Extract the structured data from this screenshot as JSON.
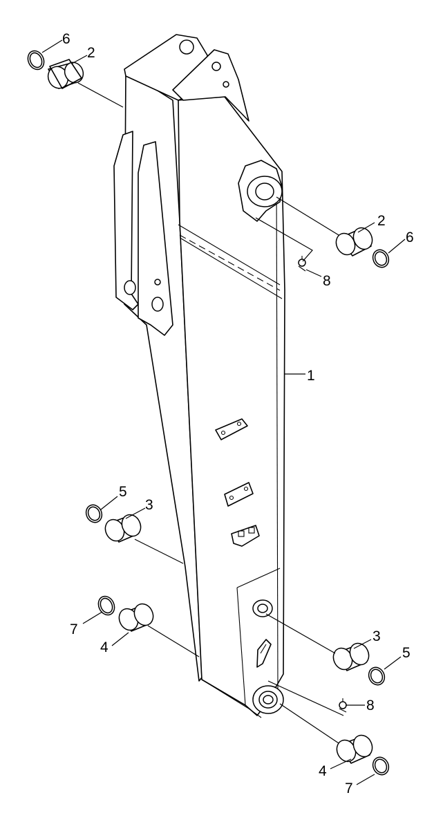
{
  "callouts": [
    {
      "id": "c6a",
      "text": "6"
    },
    {
      "id": "c2a",
      "text": "2"
    },
    {
      "id": "c2b",
      "text": "2"
    },
    {
      "id": "c6b",
      "text": "6"
    },
    {
      "id": "c8a",
      "text": "8"
    },
    {
      "id": "c1",
      "text": "1"
    },
    {
      "id": "c5a",
      "text": "5"
    },
    {
      "id": "c3a",
      "text": "3"
    },
    {
      "id": "c7a",
      "text": "7"
    },
    {
      "id": "c4a",
      "text": "4"
    },
    {
      "id": "c3b",
      "text": "3"
    },
    {
      "id": "c5b",
      "text": "5"
    },
    {
      "id": "c8b",
      "text": "8"
    },
    {
      "id": "c4b",
      "text": "4"
    },
    {
      "id": "c7b",
      "text": "7"
    }
  ]
}
